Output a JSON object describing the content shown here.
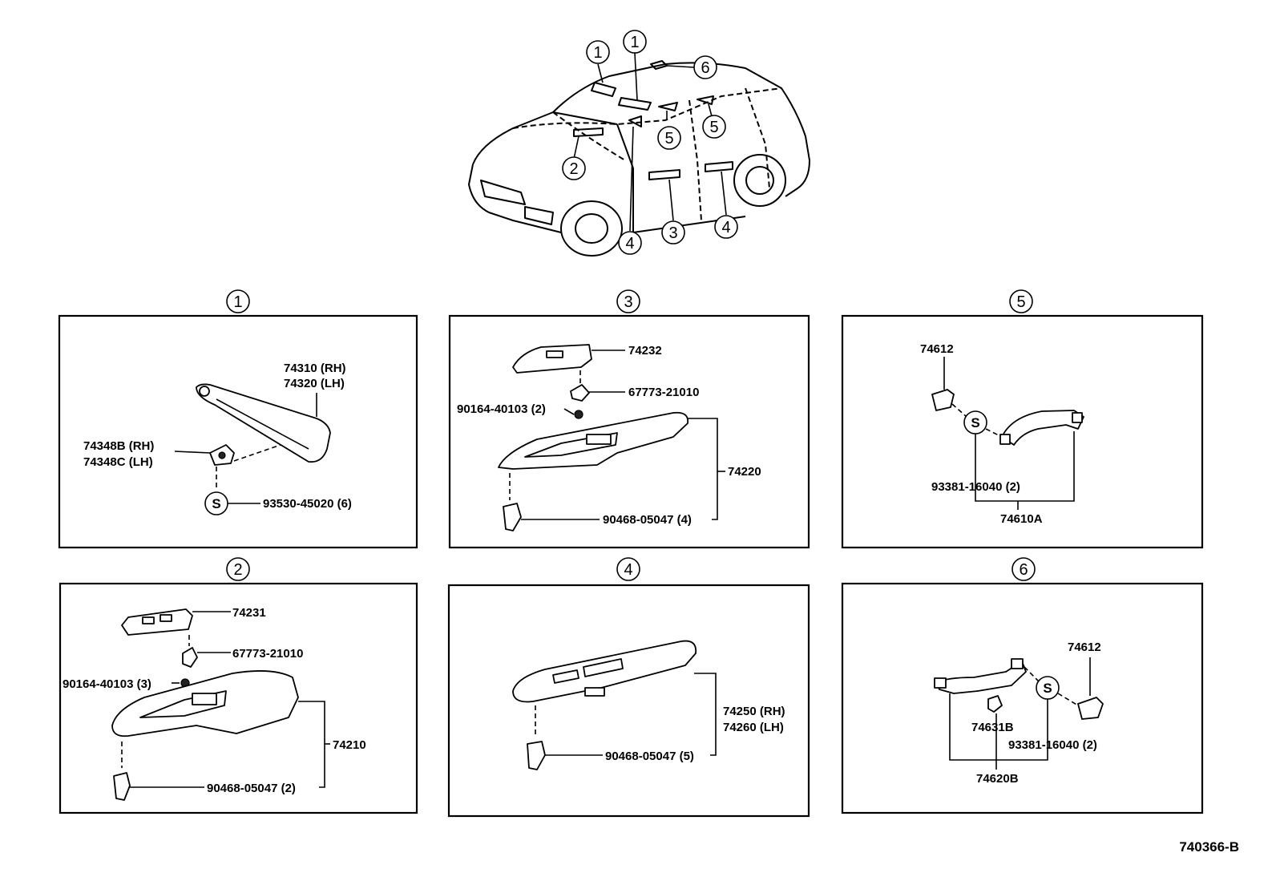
{
  "overview": {
    "callouts": [
      "1",
      "1",
      "6",
      "2",
      "5",
      "5",
      "3",
      "4",
      "4"
    ]
  },
  "panels": {
    "p1": {
      "index": "1",
      "labels": {
        "visor_rh": "74310 (RH)",
        "visor_lh": "74320 (LH)",
        "holder_rh": "74348B (RH)",
        "holder_lh": "74348C (LH)",
        "screw": "93530-45020 (6)",
        "screw_symbol": "S"
      }
    },
    "p2": {
      "index": "2",
      "labels": {
        "switch_base": "74231",
        "clip": "67773-21010",
        "screw": "90164-40103 (3)",
        "armrest": "74210",
        "clip_bottom": "90468-05047 (2)"
      }
    },
    "p3": {
      "index": "3",
      "labels": {
        "switch_base": "74232",
        "clip": "67773-21010",
        "screw": "90164-40103 (2)",
        "armrest": "74220",
        "clip_bottom": "90468-05047 (4)"
      }
    },
    "p4": {
      "index": "4",
      "labels": {
        "armrest_rh": "74250 (RH)",
        "armrest_lh": "74260 (LH)",
        "clip_bottom": "90468-05047 (5)"
      }
    },
    "p5": {
      "index": "5",
      "labels": {
        "cover": "74612",
        "screw_symbol": "S",
        "screw": "93381-16040 (2)",
        "assembly": "74610A"
      }
    },
    "p6": {
      "index": "6",
      "labels": {
        "cover": "74612",
        "screw_symbol": "S",
        "hook": "74631B",
        "screw": "93381-16040 (2)",
        "assembly": "74620B"
      }
    }
  },
  "reference": "740366-B"
}
